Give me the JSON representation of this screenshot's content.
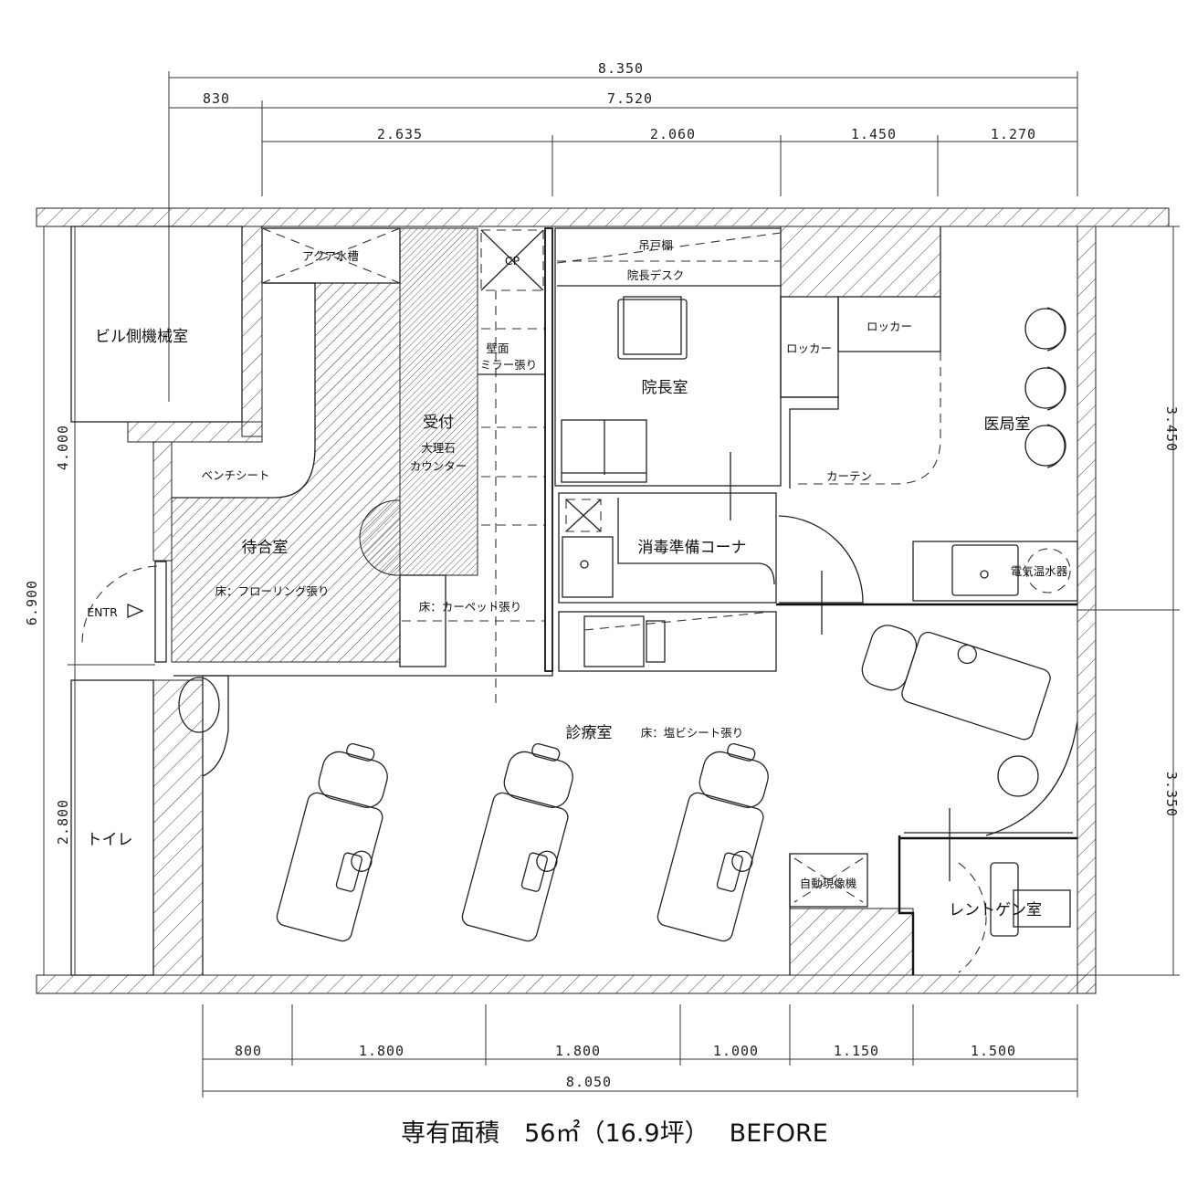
{
  "dimensions": {
    "top_total": "8.350",
    "top_sub": [
      "830",
      "7.520"
    ],
    "top_detail": [
      "2.635",
      "2.060",
      "1.450",
      "1.270"
    ],
    "bottom_detail": [
      "800",
      "1.800",
      "1.800",
      "1.000",
      "1.150",
      "1.500"
    ],
    "bottom_total": "8.050",
    "left_total": "6.900",
    "left_sub": [
      "4.000",
      "2.800"
    ],
    "right_sub": [
      "3.450",
      "3.350"
    ]
  },
  "rooms": {
    "machine_room": "ビル側機械室",
    "aqua_tank": "アクア水槽",
    "cp": "CP",
    "reception": "受付",
    "marble_counter_1": "大理石",
    "marble_counter_2": "カウンター",
    "mirror_wall_1": "壁面",
    "mirror_wall_2": "ミラー張り",
    "bench_seat": "ベンチシート",
    "waiting_room": "待合室",
    "waiting_floor": "床：フローリング張り",
    "carpet_floor": "床：カーペット張り",
    "entrance": "ENTR",
    "hanging_cabinet": "吊戸棚",
    "director_desk": "院長デスク",
    "director_room": "院長室",
    "locker_1": "ロッカー",
    "locker_2": "ロッカー",
    "staff_room": "医局室",
    "curtain": "カーテン",
    "sterilization_corner": "消毒準備コーナ",
    "water_heater": "電気温水器",
    "treatment_room": "診療室",
    "treatment_floor": "床：塩ビシート張り",
    "toilet": "トイレ",
    "auto_developer": "自動現像機",
    "xray_room": "レントゲン室"
  },
  "footer": {
    "area_label": "専有面積　56㎡（16.9坪）　 BEFORE"
  }
}
